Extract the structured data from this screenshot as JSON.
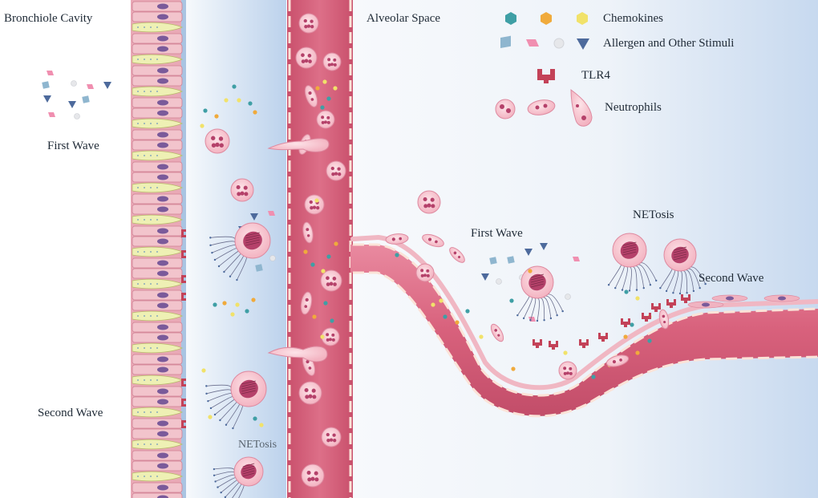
{
  "labels": {
    "bronchiole_cavity": "Bronchiole Cavity",
    "alveolar_space": "Alveolar Space",
    "first_wave_left": "First Wave",
    "second_wave_left": "Second Wave",
    "netosis_left": "NETosis",
    "first_wave_right": "First Wave",
    "netosis_right": "NETosis",
    "second_wave_right": "Second Wave"
  },
  "legend": {
    "items": [
      {
        "label": "Chemokines",
        "icon": "chemokine-hexagons-icon"
      },
      {
        "label": "Allergen and Other Stimuli",
        "icon": "allergen-shapes-icon"
      },
      {
        "label": "TLR4",
        "icon": "tlr4-receptor-icon"
      },
      {
        "label": "Neutrophils",
        "icon": "neutrophil-cells-icon"
      }
    ]
  },
  "colors": {
    "vessel": "#d9657f",
    "vessel_dark": "#c24d69",
    "vessel_border": "#f3b79a",
    "epithelium": "#f2c4cc",
    "epithelium_nucleus": "#7a5a9a",
    "goblet": "#eef0b4",
    "cell": "#f5c2cb",
    "cell_edge": "#de8aa0",
    "chemokine_teal": "#3f9fa5",
    "chemokine_orange": "#f0aa3c",
    "chemokine_yellow": "#f1e26a",
    "allergen_blue": "#8fb6cf",
    "allergen_pink": "#f08fb0",
    "allergen_grey": "#e6e7ea",
    "allergen_tri": "#4d6a9c",
    "tlr4": "#c34258",
    "bg_light": "#f4f7fb",
    "bg_blue": "#c6d8ee"
  }
}
